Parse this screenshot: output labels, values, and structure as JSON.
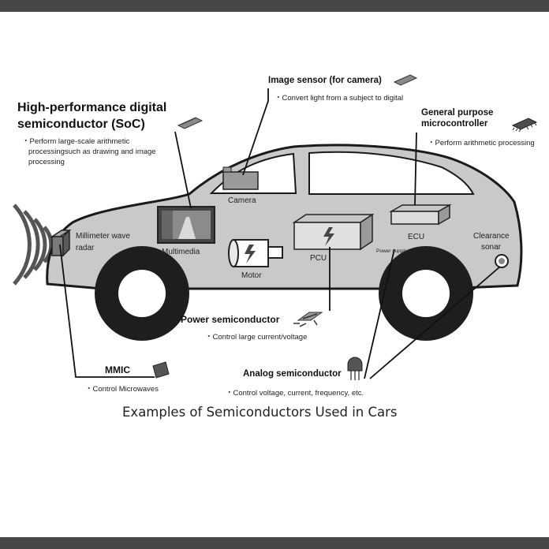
{
  "title": "Examples of Semiconductors Used in Cars",
  "callouts": {
    "soc": {
      "heading_line1": "High-performance digital",
      "heading_line2": "semiconductor (SoC)",
      "desc_line1": "・Perform large-scale arithmetic",
      "desc_line2": "processingsuch as  drawing and image",
      "desc_line3": "processing"
    },
    "image_sensor": {
      "heading": "Image sensor (for camera)",
      "desc": "・Convert light from a subject to digital"
    },
    "mcu": {
      "heading_line1": "General purpose",
      "heading_line2": "microcontroller",
      "desc": "・Perform arithmetic processing"
    },
    "power": {
      "heading": "Power semiconductor",
      "desc": "・Control large current/voltage"
    },
    "mmic": {
      "heading": "MMIC",
      "desc": "・Control Microwaves"
    },
    "analog": {
      "heading": "Analog semiconductor",
      "desc": "・Control voltage, current, frequency, etc."
    }
  },
  "components": {
    "radar_line1": "Millimeter wave",
    "radar_line2": "radar",
    "camera": "Camera",
    "multimedia": "Multimedia",
    "motor": "Motor",
    "pcu": "PCU",
    "ecu": "ECU",
    "power_supply_ic": "Power supply IC",
    "sonar_line1": "Clearance",
    "sonar_line2": "sonar"
  },
  "colors": {
    "band": "#474747",
    "car_body": "#c9c9c9",
    "outline": "#1a1a1a",
    "chip": "#6b6b6b"
  }
}
